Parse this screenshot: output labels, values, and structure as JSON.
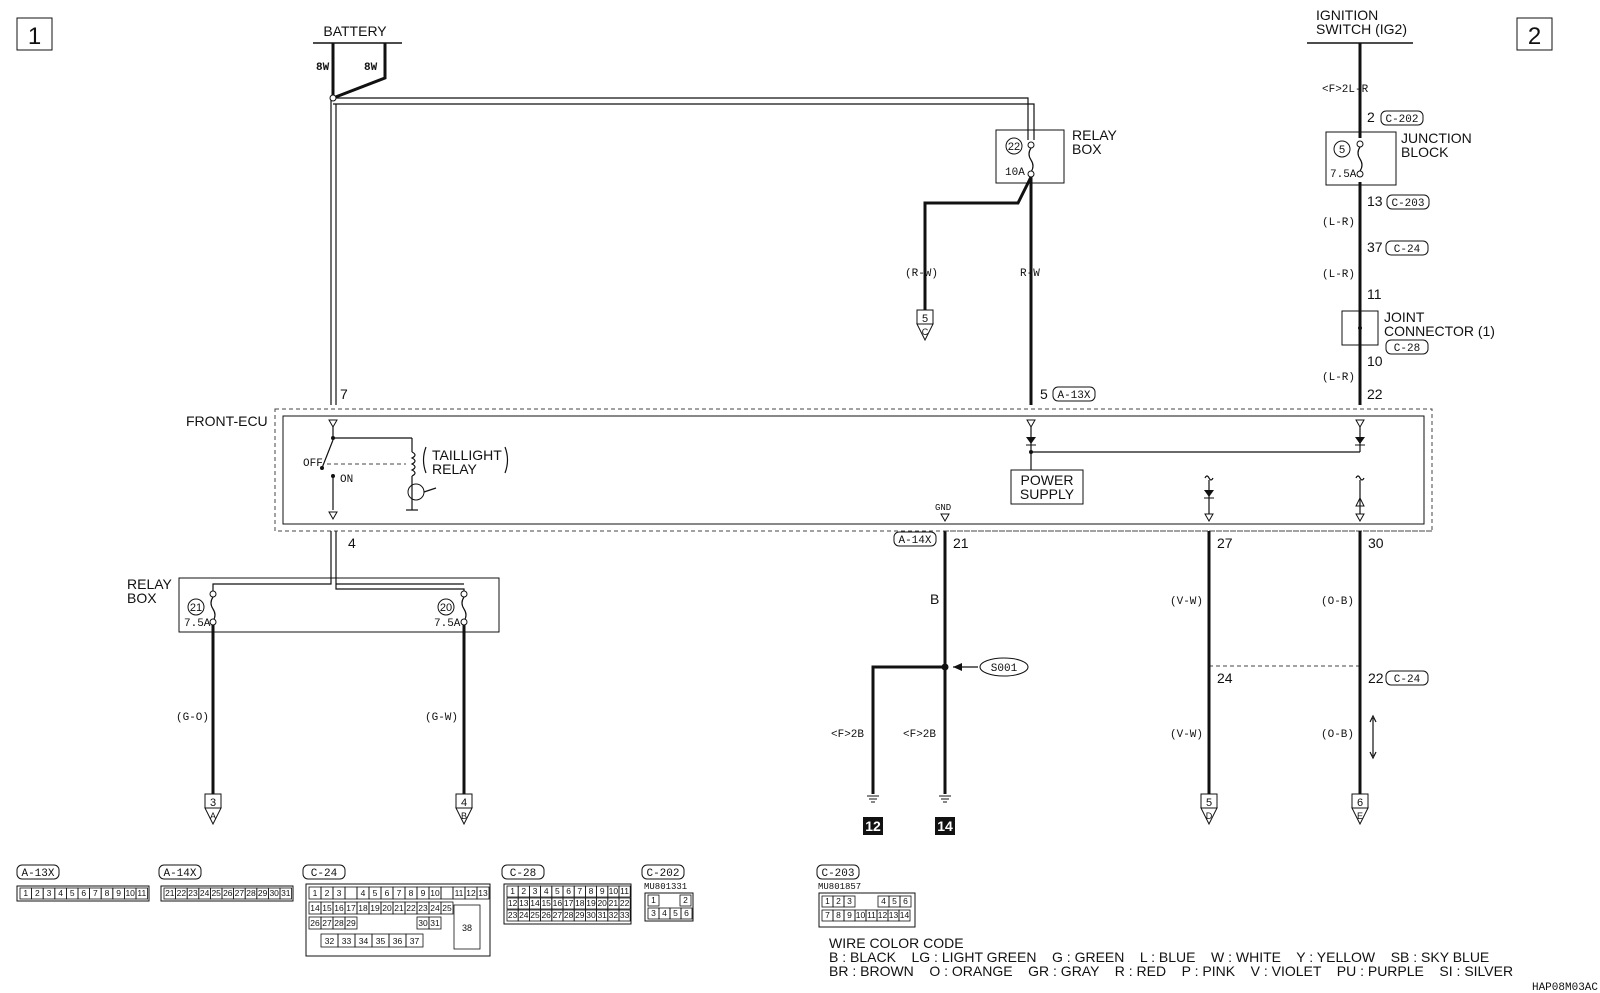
{
  "page_badges": {
    "left": "1",
    "right": "2"
  },
  "sources": {
    "battery": "BATTERY",
    "ignition_line1": "IGNITION",
    "ignition_line2": "SWITCH (IG2)"
  },
  "battery_wires": {
    "left": "8W",
    "right": "8W"
  },
  "relay_box_top": {
    "line1": "RELAY",
    "line2": "BOX",
    "fuse_no": "22",
    "fuse_amp": "10A"
  },
  "junction_block": {
    "line1": "JUNCTION",
    "line2": "BLOCK",
    "fuse_no": "5",
    "fuse_amp": "7.5A"
  },
  "joint_connector": {
    "line1": "JOINT",
    "line2": "CONNECTOR (1)",
    "conn": "C-28"
  },
  "front_ecu": {
    "label": "FRONT-ECU",
    "off": "OFF",
    "on": "ON",
    "relay_line1": "TAILLIGHT",
    "relay_line2": "RELAY",
    "power1": "POWER",
    "power2": "SUPPLY",
    "gnd": "GND"
  },
  "relay_box_bottom": {
    "line1": "RELAY",
    "line2": "BOX",
    "fuse_left_no": "21",
    "fuse_left_amp": "7.5A",
    "fuse_right_no": "20",
    "fuse_right_amp": "7.5A"
  },
  "pins": {
    "p7": "7",
    "p5": "5",
    "p22": "22",
    "p4": "4",
    "p21": "21",
    "p27": "27",
    "p30": "30",
    "p2": "2",
    "p13": "13",
    "p37": "37",
    "p11": "11",
    "p10": "10",
    "p24": "24",
    "p22b": "22"
  },
  "connectors": {
    "a13x": "A-13X",
    "a14x": "A-14X",
    "c202": "C-202",
    "c203": "C-203",
    "c24": "C-24",
    "c24b": "C-24",
    "c24c": "C-24",
    "splice": "S001"
  },
  "wires": {
    "rw_paren": "(R-W)",
    "rw": "R-W",
    "f2lr": "<F>2L-R",
    "lr1": "(L-R)",
    "lr2": "(L-R)",
    "lr3": "(L-R)",
    "go": "(G-O)",
    "gw": "(G-W)",
    "b": "B",
    "f2b1": "<F>2B",
    "f2b2": "<F>2B",
    "vw1": "(V-W)",
    "vw2": "(V-W)",
    "ob1": "(O-B)",
    "ob2": "(O-B)"
  },
  "refs": {
    "r_c_num": "5",
    "r_c": "C",
    "r_a_num": "3",
    "r_a": "A",
    "r_b_num": "4",
    "r_b": "B",
    "r_d_num": "5",
    "r_d": "D",
    "r_e_num": "6",
    "r_e": "E",
    "g12": "12",
    "g14": "14"
  },
  "legend_conn": {
    "a13x": "A-13X",
    "a13x_pins": [
      "1",
      "2",
      "3",
      "4",
      "5",
      "6",
      "7",
      "8",
      "9",
      "10",
      "11"
    ],
    "a14x": "A-14X",
    "a14x_pins": [
      "21",
      "22",
      "23",
      "24",
      "25",
      "26",
      "27",
      "28",
      "29",
      "30",
      "31"
    ],
    "c24": "C-24",
    "c24_r1": [
      "1",
      "2",
      "3",
      "",
      "4",
      "5",
      "6",
      "7",
      "8",
      "9",
      "10",
      "",
      "11",
      "12",
      "13"
    ],
    "c24_r2": [
      "14",
      "15",
      "16",
      "17",
      "18",
      "19",
      "20",
      "21",
      "22",
      "23",
      "24",
      "25"
    ],
    "c24_r3a": [
      "26",
      "27",
      "28",
      "29"
    ],
    "c24_r3b": [
      "30",
      "31"
    ],
    "c24_38": "38",
    "c24_r4": [
      "32",
      "33",
      "34",
      "35",
      "36",
      "37"
    ],
    "c28": "C-28",
    "c28_r1": [
      "1",
      "2",
      "3",
      "4",
      "5",
      "6",
      "7",
      "8",
      "9",
      "10",
      "11"
    ],
    "c28_r2": [
      "12",
      "13",
      "14",
      "15",
      "16",
      "17",
      "18",
      "19",
      "20",
      "21",
      "22"
    ],
    "c28_r3": [
      "23",
      "24",
      "25",
      "26",
      "27",
      "28",
      "29",
      "30",
      "31",
      "32",
      "33"
    ],
    "c202": "C-202",
    "c202_part": "MU801331",
    "c202_pins": [
      "1",
      "2",
      "3",
      "4",
      "5",
      "6"
    ],
    "c203": "C-203",
    "c203_part": "MU801857",
    "c203_r1": [
      "1",
      "2",
      "3",
      "4",
      "5",
      "6"
    ],
    "c203_r2": [
      "7",
      "8",
      "9",
      "10",
      "11",
      "12",
      "13",
      "14"
    ]
  },
  "wire_color_code": {
    "title": "WIRE COLOR CODE",
    "line1": "B : BLACK    LG : LIGHT GREEN    G : GREEN    L : BLUE    W : WHITE    Y : YELLOW    SB : SKY BLUE",
    "line2": "BR : BROWN    O : ORANGE    GR : GRAY    R : RED    P : PINK    V : VIOLET    PU : PURPLE    SI : SILVER"
  },
  "diagram_code": "HAP08M03AC"
}
